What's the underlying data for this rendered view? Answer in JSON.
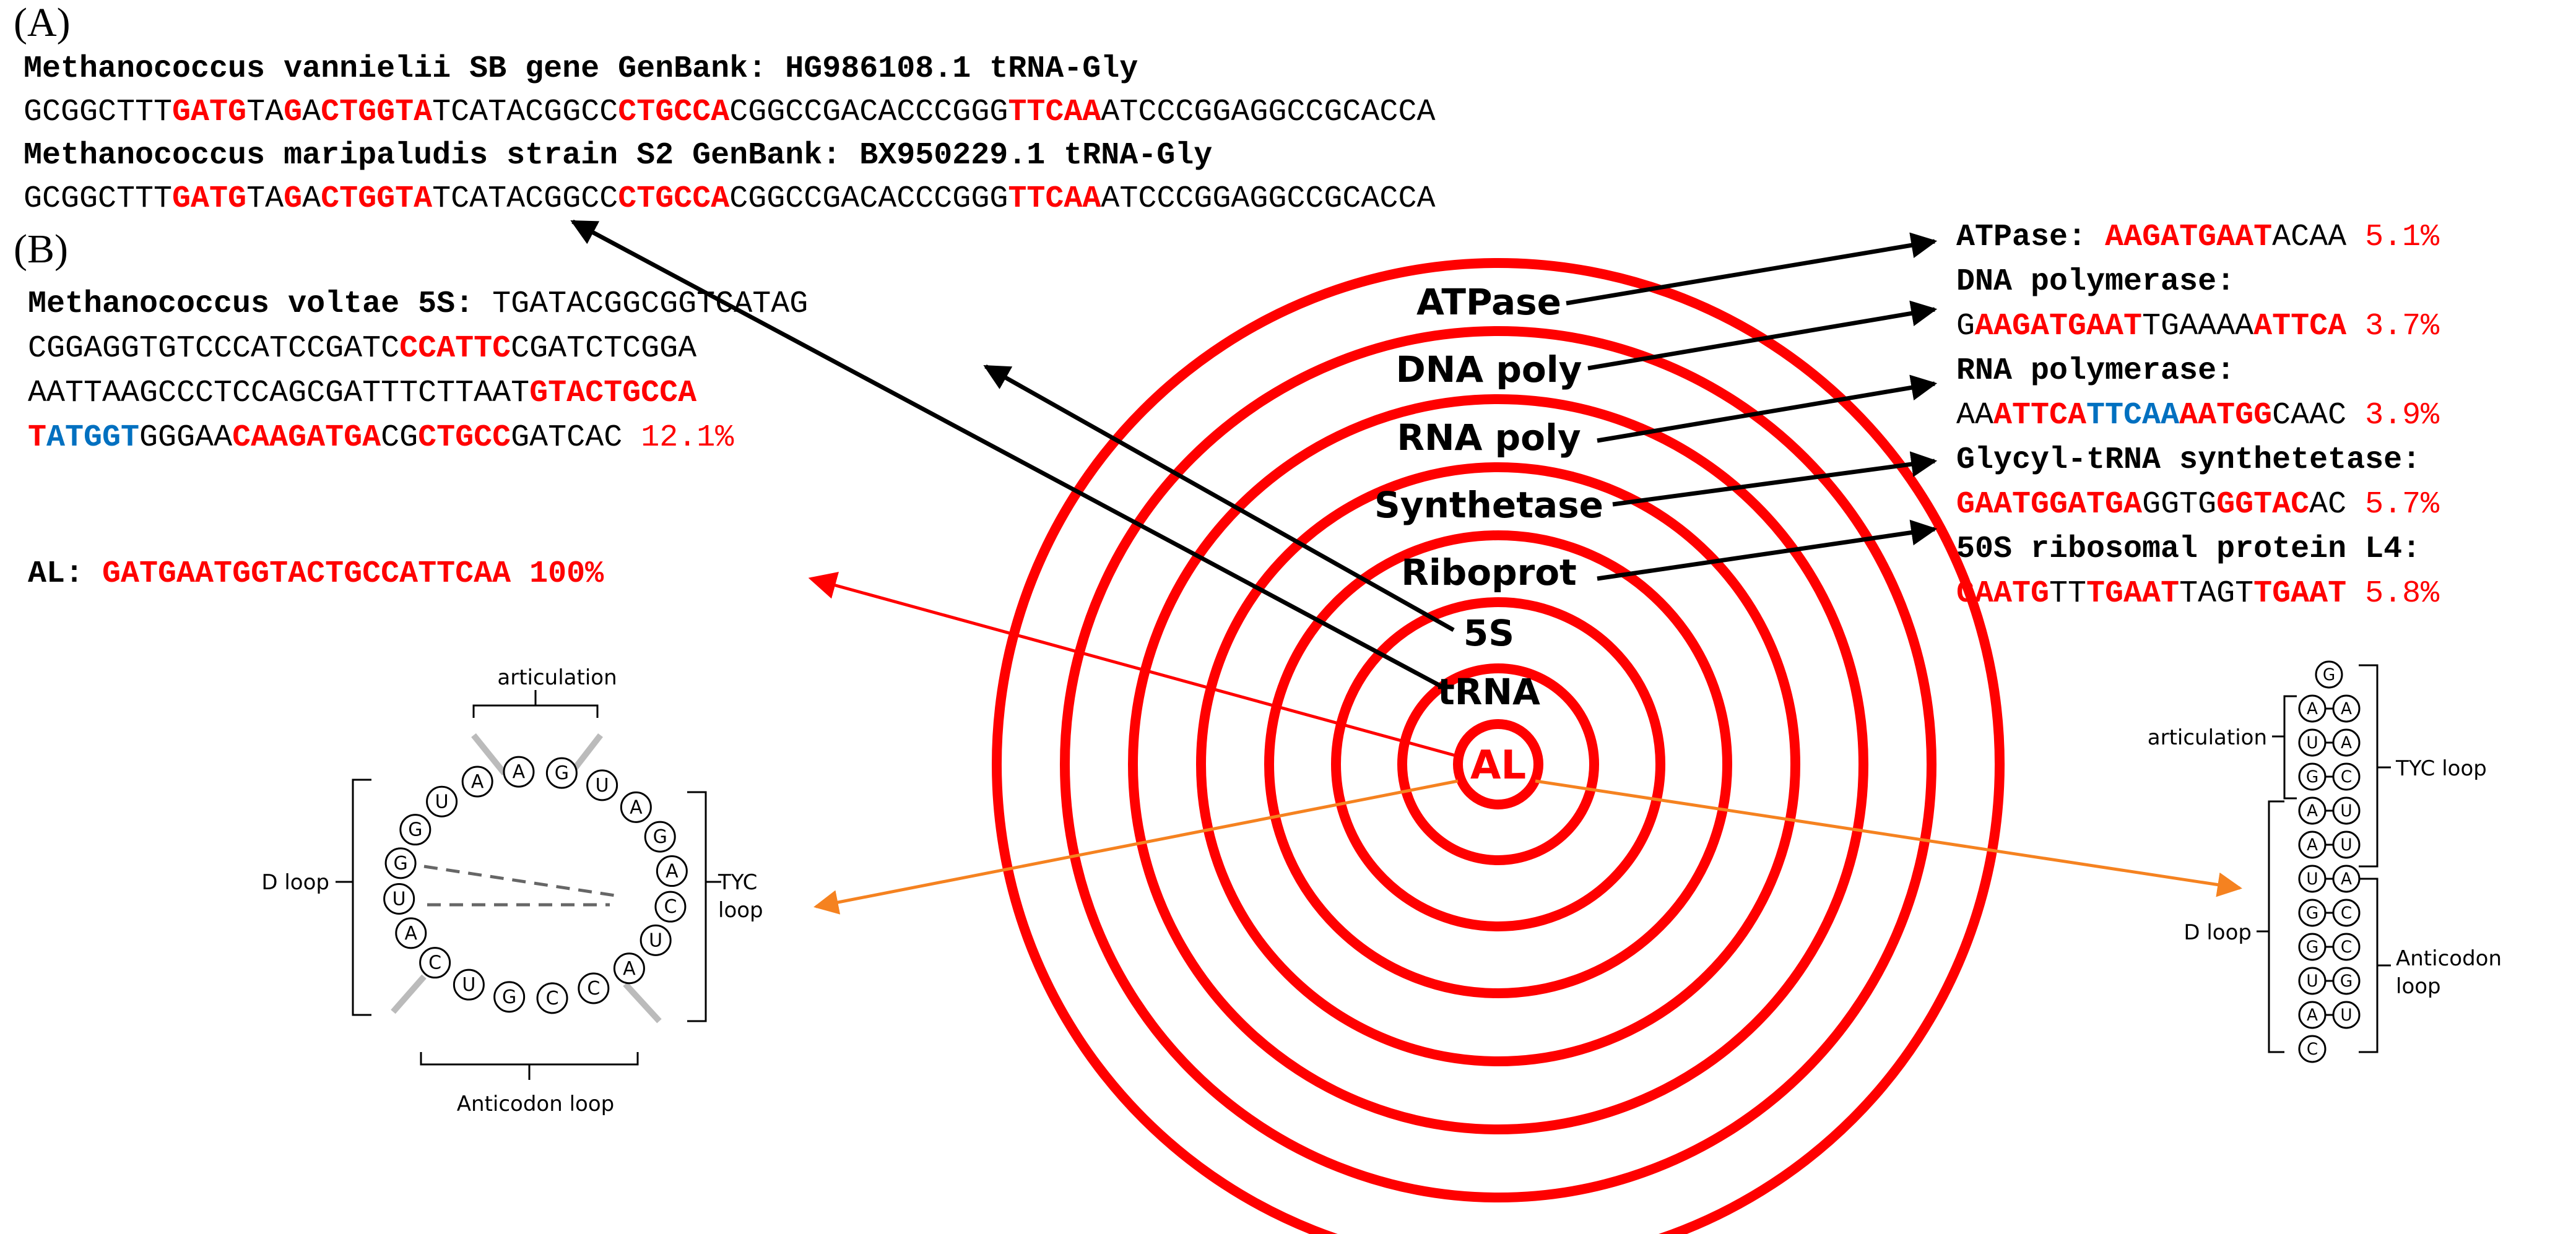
{
  "panel_a": {
    "label": "(A)",
    "seq1_title": "Methanococcus vannielii SB gene GenBank: HG986108.1 tRNA-Gly",
    "seq1": [
      "GCGGCTTT",
      "GATG",
      "TA",
      "G",
      "A",
      "CTGGTA",
      "TCATACGGCC",
      "CTGCCA",
      "CGGCCGACACCCGGG",
      "TTCAA",
      "ATCCCGGAGGCCGCACCA"
    ],
    "seq2_title": "Methanococcus maripaludis strain S2 GenBank: BX950229.1 tRNA-Gly",
    "seq2": [
      "GCGGCTTT",
      "GATG",
      "TA",
      "G",
      "A",
      "CTGGTA",
      "TCATACGGCC",
      "CTGCCA",
      "CGGCCGACACCCGGG",
      "TTCAA",
      "ATCCCGGAGGCCGCACCA"
    ]
  },
  "panel_b": {
    "label": "(B)",
    "voltae_title": "Methanococcus voltae 5S:",
    "voltae_l1": " TGATACGGCGGTCATAG",
    "voltae_l2": [
      "CGGAGGTGTCCCATCCGATC",
      "CCATTC",
      "CGATCTCGGA"
    ],
    "voltae_l3": [
      "AATTAAGCCCTCCAGCGATTTCTTAAT",
      "GTACTGCCA"
    ],
    "voltae_l4": [
      "T",
      "ATGGT",
      "GGGAA",
      "CAAGATGA",
      "CG",
      "CTGCC",
      "GATCAC",
      "12.1%"
    ],
    "al_label": "AL:",
    "al_seq": "GATGAATGGTACTGCCATTCAA",
    "al_pct": "100%"
  },
  "right_panel": {
    "atpase_name": "ATPase:",
    "atpase_seq": [
      "AAGATGAAT",
      "ACAA"
    ],
    "atpase_pct": "5.1%",
    "dnapol_name": "DNA polymerase:",
    "dnapol_seq": [
      "G",
      "AAGATGAAT",
      "TGAAAA",
      "ATTCA"
    ],
    "dnapol_pct": "3.7%",
    "rnapol_name": "RNA polymerase:",
    "rnapol_seq": [
      "AA",
      "ATTCA",
      "TTCAA",
      "AATGG",
      "CAAC"
    ],
    "rnapol_pct": "3.9%",
    "glycyl_name": "Glycyl-tRNA synthetetase:",
    "glycyl_seq": [
      "GAATGGATGA",
      "GGTG",
      "GGTAC",
      "AC"
    ],
    "glycyl_pct": "5.7%",
    "l4_name": "50S ribosomal protein L4:",
    "l4_seq": [
      "GAATG",
      "TT",
      "TGAAT",
      "TAGT",
      "TGAAT"
    ],
    "l4_pct": "5.8%"
  },
  "rings": {
    "labels": [
      "ATPase",
      "DNA poly",
      "RNA poly",
      "Synthetase",
      "Riboprot",
      "5S",
      "tRNA"
    ],
    "center": "AL",
    "color": "#ff0000"
  },
  "loop_left": {
    "articulation": "articulation",
    "d_loop": "D loop",
    "tyc_loop_1": "TYC",
    "tyc_loop_2": "loop",
    "anticodon": "Anticodon loop",
    "bases": [
      "A",
      "G",
      "U",
      "A",
      "G",
      "A",
      "C",
      "U",
      "A",
      "C",
      "C",
      "G",
      "U",
      "C",
      "A",
      "U",
      "G",
      "G",
      "U",
      "A"
    ]
  },
  "loop_right": {
    "articulation": "articulation",
    "tyc_loop": "TYC loop",
    "d_loop": "D loop",
    "anticodon_1": "Anticodon",
    "anticodon_2": "loop",
    "top": "G",
    "pairs": [
      [
        "A",
        "A"
      ],
      [
        "U",
        "A"
      ],
      [
        "G",
        "C"
      ],
      [
        "A",
        "U"
      ],
      [
        "A",
        "U"
      ],
      [
        "U",
        "A"
      ],
      [
        "G",
        "C"
      ],
      [
        "G",
        "C"
      ],
      [
        "U",
        "G"
      ],
      [
        "A",
        "U"
      ]
    ],
    "bottom": "C"
  },
  "colors": {
    "red": "#ff0000",
    "blue": "#0070c0",
    "orange": "#f58220",
    "black": "#000000"
  }
}
